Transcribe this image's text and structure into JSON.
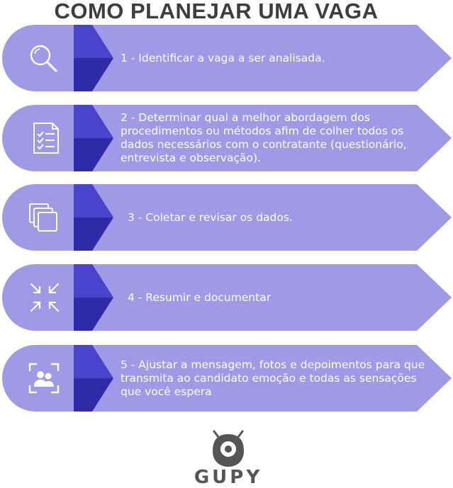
{
  "title": "COMO PLANEJAR UMA VAGA",
  "colors": {
    "band": "#9f9ae6",
    "chevron_light": "#4a44cc",
    "chevron_dark": "#2f2aa5",
    "title": "#3d3d3d",
    "logo": "#555555"
  },
  "steps": [
    {
      "icon": "magnifier-icon",
      "text": "1 - Identificar a vaga a ser analisada."
    },
    {
      "icon": "checklist-icon",
      "text": "2 - Determinar qual a melhor abordagem dos procedimentos ou métodos afim de colher todos os dados necessários com o contratante (questionário, entrevista e observação)."
    },
    {
      "icon": "stacked-pages-icon",
      "text": "3 - Coletar e revisar os dados."
    },
    {
      "icon": "compress-arrows-icon",
      "text": "4 - Resumir e documentar"
    },
    {
      "icon": "user-scan-icon",
      "text": "5 - Ajustar a mensagem, fotos e depoimentos para que transmita ao candidato emoção e todas as sensações que você espera"
    }
  ],
  "logo": {
    "text": "GUPY",
    "icon": "robot-mascot-icon"
  }
}
